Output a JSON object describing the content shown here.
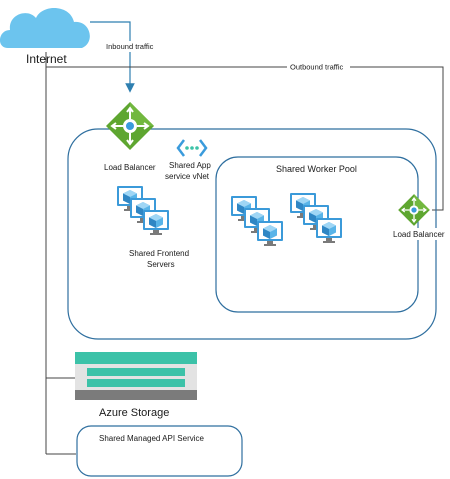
{
  "labels": {
    "internet": "Internet",
    "inbound": "Inbound traffic",
    "outbound": "Outbound traffic",
    "load_balancer_main": "Load Balancer",
    "vnet_line1": "Shared App",
    "vnet_line2": "service vNet",
    "worker_pool": "Shared Worker Pool",
    "frontend_line1": "Shared Frontend",
    "frontend_line2": "Servers",
    "load_balancer_outbound": "Load Balancer",
    "storage": "Azure Storage",
    "api_service": "Shared Managed API Service"
  },
  "icons": {
    "cloud": "cloud-icon",
    "load_balancer": "load-balancer-icon",
    "vnet": "vnet-icon",
    "server": "server-monitor-icon",
    "storage": "storage-icon"
  },
  "colors": {
    "cloud": "#6cc4ee",
    "arrow": "#2e7fb0",
    "container_border": "#2f6f9f",
    "lb_green": "#5ea630",
    "lb_green_dark": "#3f7b1e",
    "vnet_blue": "#3a9bdc",
    "server_blue": "#3b9ad9",
    "cube_blue": "#59b4e8",
    "storage_teal": "#3cc2a8",
    "storage_gray": "#7b7b7b"
  }
}
